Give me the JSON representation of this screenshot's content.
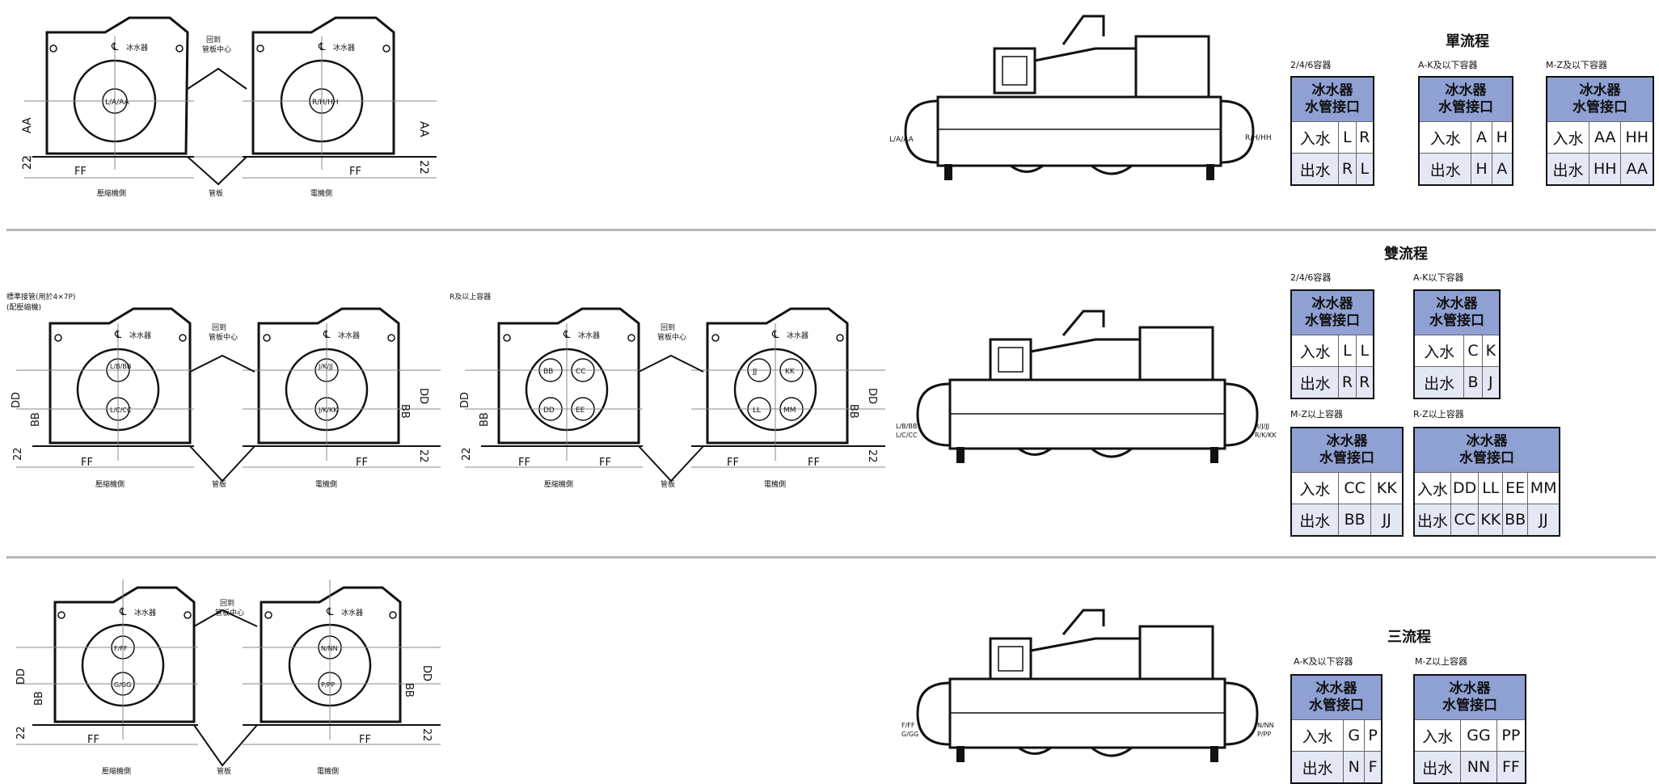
{
  "sections": {
    "single": {
      "title": "單流程",
      "left_labels": {
        "center": "℄",
        "ice": "冰水器",
        "tube": "管板中心",
        "comp": "壓縮機側",
        "tube_board": "管板",
        "motor": "電機側",
        "ff": "FF",
        "aa": "AA",
        "n22": "22"
      },
      "nozzle_left": "L/A/AA",
      "nozzle_right": "R/H/HH",
      "chiller_left": "L/A/AA",
      "chiller_right": "R/H/HH",
      "tables": [
        {
          "caption": "2/4/6容器",
          "header": "冰水器\n水管接口",
          "rows": [
            [
              "入水",
              "L",
              "R"
            ],
            [
              "出水",
              "R",
              "L"
            ]
          ]
        },
        {
          "caption": "A-K及以下容器",
          "header": "冰水器\n水管接口",
          "rows": [
            [
              "入水",
              "A",
              "H"
            ],
            [
              "出水",
              "H",
              "A"
            ]
          ]
        },
        {
          "caption": "M-Z及以下容器",
          "header": "冰水器\n水管接口",
          "rows": [
            [
              "入水",
              "AA",
              "HH"
            ],
            [
              "出水",
              "HH",
              "AA"
            ]
          ]
        }
      ]
    },
    "double": {
      "title": "雙流程",
      "note": "標準接管(用於4×7P)(配壓縮機)",
      "r_note": "R及以上容器",
      "nozzle_a": [
        "L/B/BB",
        "L/C/CC",
        "J/K/JJ",
        "J/K/KK"
      ],
      "nozzle_b": [
        "BB",
        "CC",
        "DD",
        "EE",
        "JJ",
        "KK",
        "LL",
        "MM"
      ],
      "chiller_left": [
        "L/B/BB",
        "L/C/CC"
      ],
      "chiller_right": [
        "R/J/JJ",
        "R/K/KK"
      ],
      "labels": {
        "dd": "DD",
        "bb": "BB",
        "ff": "FF",
        "n22": "22",
        "comp": "壓縮機側",
        "tube_board": "管板",
        "motor": "電機側",
        "tube": "管板中心"
      },
      "tables": [
        {
          "caption": "2/4/6容器",
          "header": "冰水器\n水管接口",
          "rows": [
            [
              "入水",
              "L",
              "L"
            ],
            [
              "出水",
              "R",
              "R"
            ]
          ]
        },
        {
          "caption": "A-K以下容器",
          "header": "冰水器\n水管接口",
          "rows": [
            [
              "入水",
              "C",
              "K"
            ],
            [
              "出水",
              "B",
              "J"
            ]
          ]
        },
        {
          "caption": "M-Z以上容器",
          "header": "冰水器\n水管接口",
          "rows": [
            [
              "入水",
              "CC",
              "KK"
            ],
            [
              "出水",
              "BB",
              "JJ"
            ]
          ]
        },
        {
          "caption": "R-Z以上容器",
          "header": "冰水器\n水管接口",
          "rows": [
            [
              "入水",
              "DD",
              "LL",
              "EE",
              "MM"
            ],
            [
              "出水",
              "CC",
              "KK",
              "BB",
              "JJ"
            ]
          ]
        }
      ]
    },
    "triple": {
      "title": "三流程",
      "nozzle": [
        "F/FF",
        "G/GG",
        "N/NN",
        "P/PP"
      ],
      "chiller_left": [
        "F/FF",
        "G/GG"
      ],
      "chiller_right": [
        "N/NN",
        "P/PP"
      ],
      "tables": [
        {
          "caption": "A-K及以下容器",
          "header": "冰水器\n水管接口",
          "rows": [
            [
              "入水",
              "G",
              "P"
            ],
            [
              "出水",
              "N",
              "F"
            ]
          ]
        },
        {
          "caption": "M-Z以上容器",
          "header": "冰水器\n水管接口",
          "rows": [
            [
              "入水",
              "GG",
              "PP"
            ],
            [
              "出水",
              "NN",
              "FF"
            ]
          ]
        }
      ]
    }
  }
}
